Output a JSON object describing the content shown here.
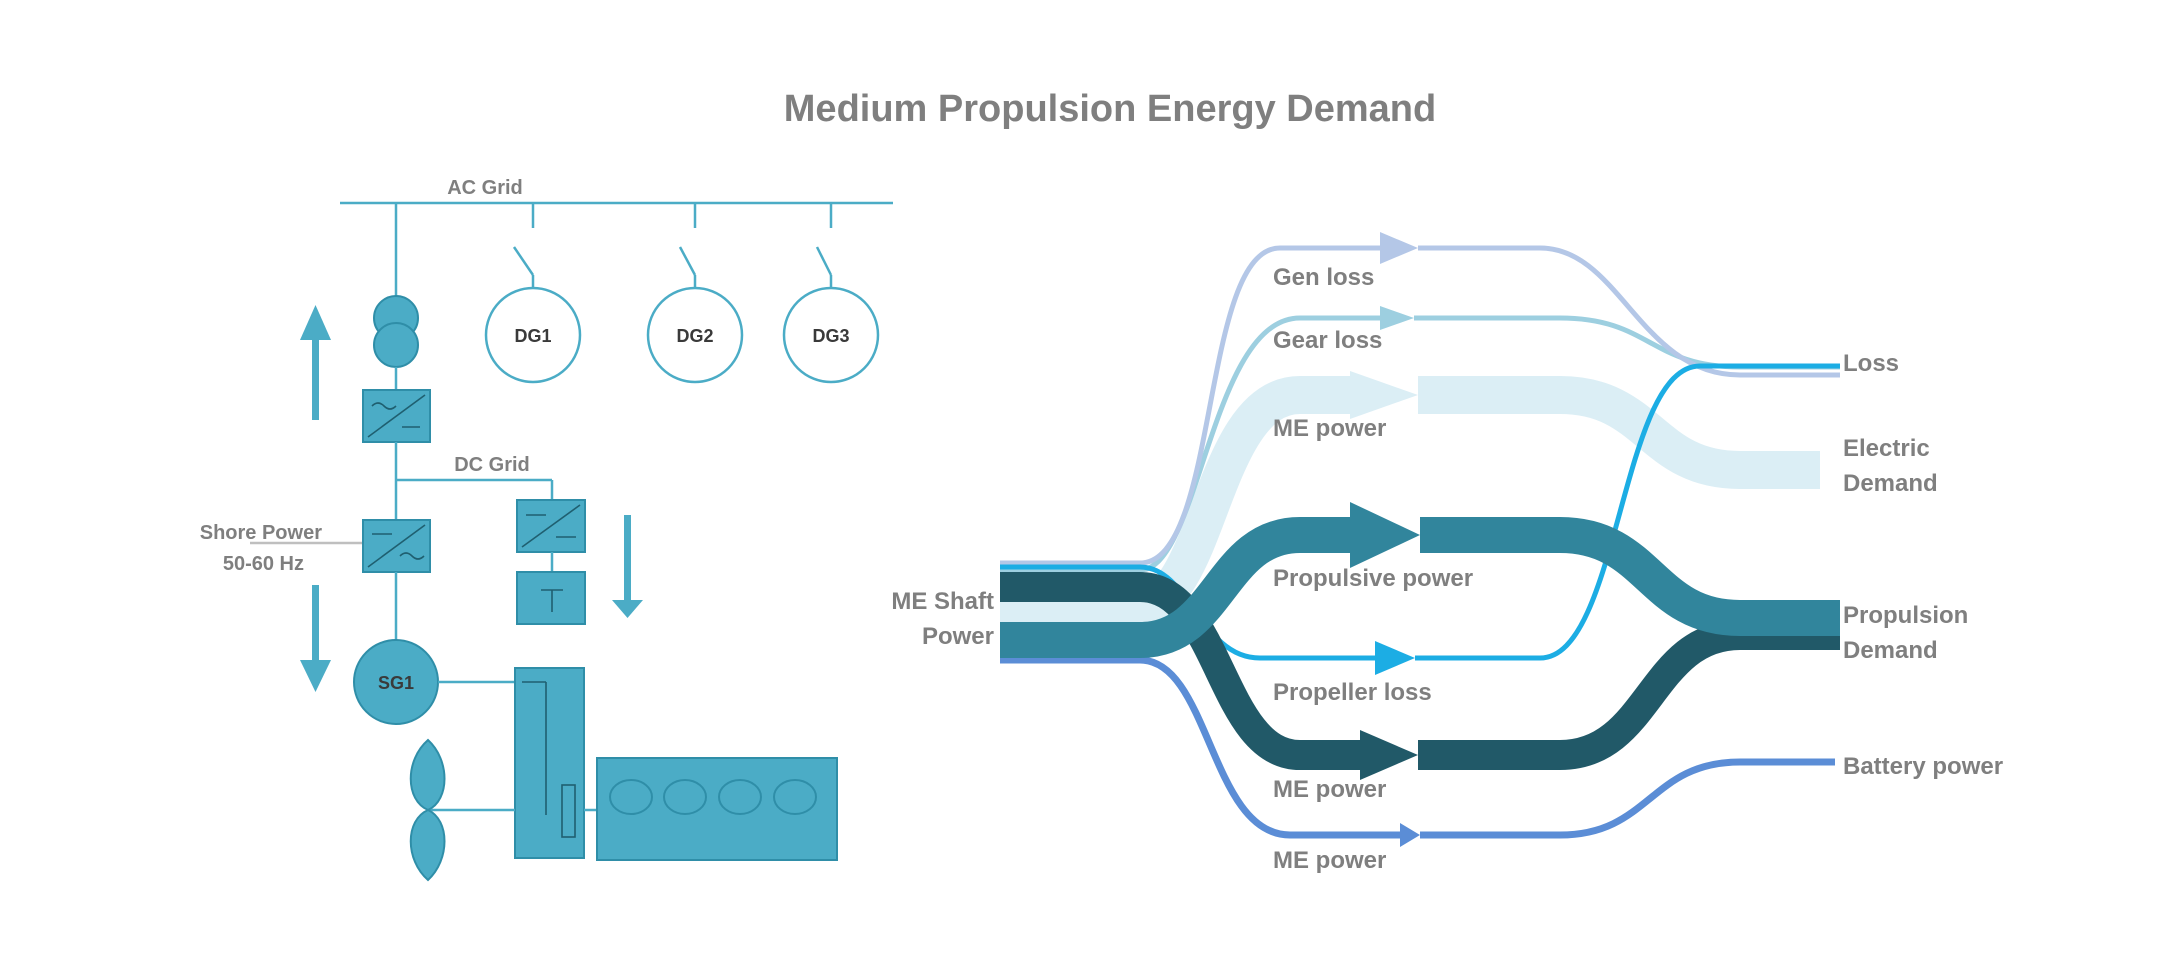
{
  "title": "Medium Propulsion Energy Demand",
  "colors": {
    "text": "#7f7f7f",
    "schematic": "#4bacc6",
    "gen_loss": "#b4c7e7",
    "gear_loss": "#9dcfe0",
    "me_power_electric": "#dbeef5",
    "propulsive": "#31859c",
    "propeller_loss": "#1cade4",
    "me_power_dark": "#215968",
    "battery": "#5b8dd6"
  },
  "schematic": {
    "ac_grid": "AC Grid",
    "dc_grid": "DC Grid",
    "shore_power_line1": "Shore Power",
    "shore_power_line2": "50-60 Hz",
    "generators": [
      "DG1",
      "DG2",
      "DG3"
    ],
    "shaft_generator": "SG1"
  },
  "sankey": {
    "source_line1": "ME Shaft",
    "source_line2": "Power",
    "flows": {
      "gen_loss": "Gen loss",
      "gear_loss": "Gear loss",
      "me_power_electric": "ME power",
      "propulsive_power": "Propulsive power",
      "propeller_loss": "Propeller loss",
      "me_power_propulsion": "ME power",
      "me_power_battery": "ME power"
    },
    "sinks": {
      "loss": "Loss",
      "electric_line1": "Electric",
      "electric_line2": "Demand",
      "propulsion_line1": "Propulsion",
      "propulsion_line2": "Demand",
      "battery": "Battery power"
    }
  }
}
